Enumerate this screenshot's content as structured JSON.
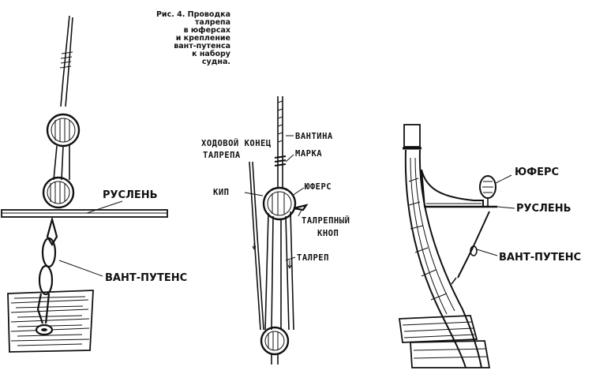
{
  "caption": {
    "lines": [
      "Рис. 4. Проводка",
      "талрепа",
      "в юферсах",
      "и крепление",
      "вант-путенса",
      "к набору",
      "судна."
    ]
  },
  "left": {
    "ruslen_label": "РУСЛЕНЬ",
    "vant_putens_label": "ВАНТ-ПУТЕНС"
  },
  "middle": {
    "hodovoy_line1": "ХОДОВОЙ КОНЕЦ",
    "hodovoy_line2": "ТАЛРЕПА",
    "kip_label": "КИП",
    "vantina_label": "ВАНТИНА",
    "marka_label": "МАРКА",
    "yufers_label": "ЮФЕРС",
    "talrepny_line1": "ТАЛРЕПНЫЙ",
    "talrepny_line2": "КНОП",
    "talrep_label": "ТАЛРЕП"
  },
  "right": {
    "yufers_label": "ЮФЕРС",
    "ruslen_label": "РУСЛЕНЬ",
    "vant_putens_label": "ВАНТ-ПУТЕНС"
  }
}
